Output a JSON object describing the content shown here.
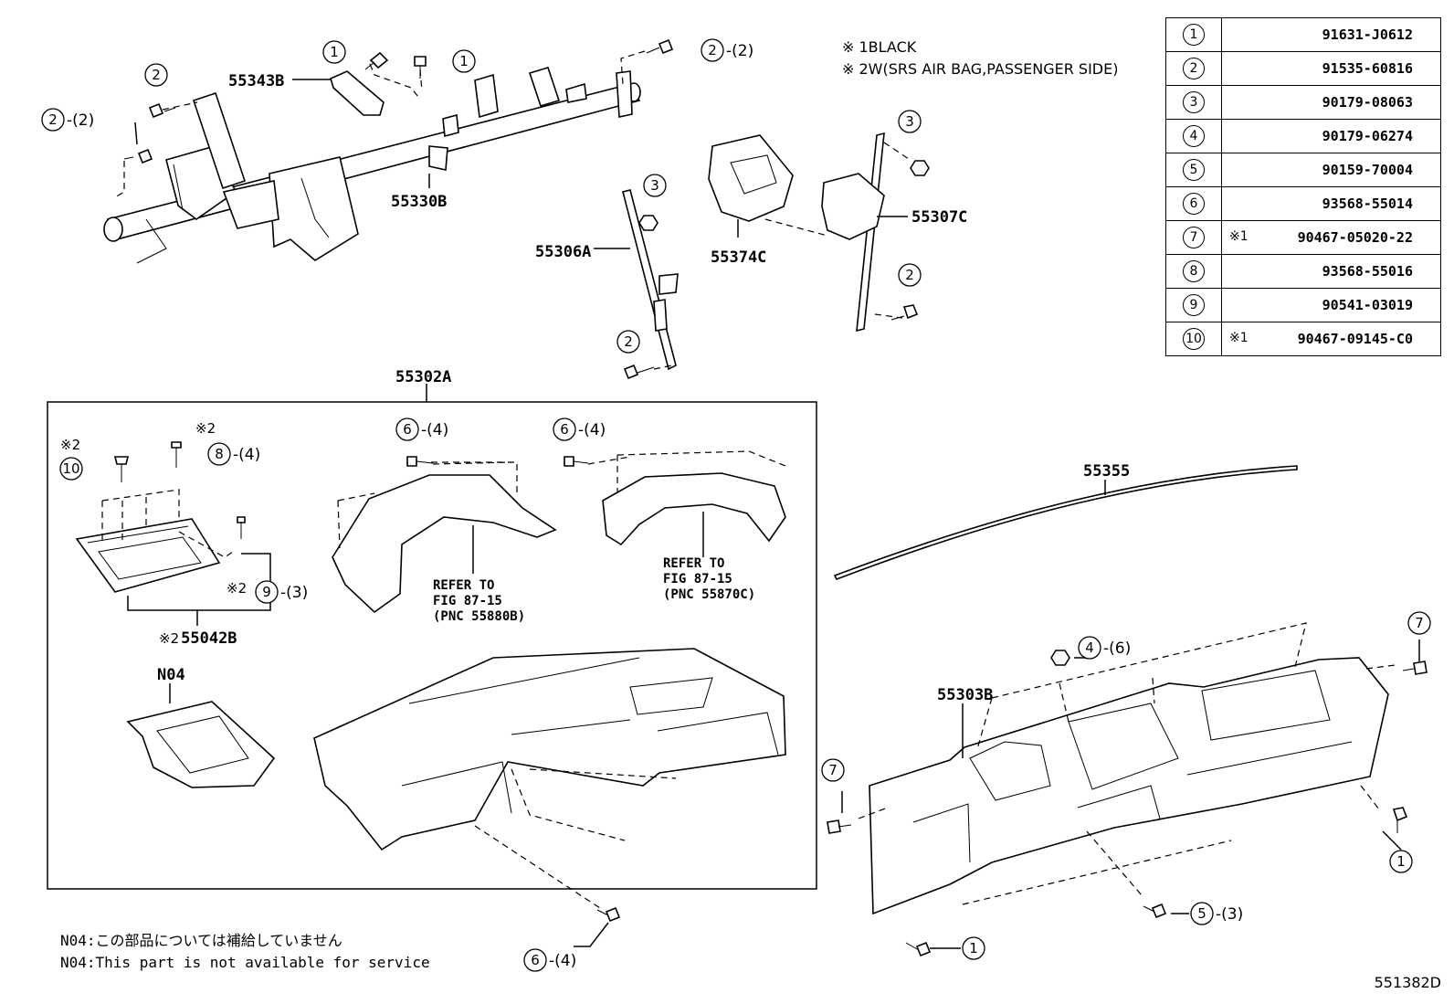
{
  "notes": [
    "※ 1BLACK",
    "※ 2W(SRS AIR BAG,PASSENGER SIDE)"
  ],
  "parts_table": [
    {
      "index": "1",
      "mark": "",
      "part_number": "91631-J0612"
    },
    {
      "index": "2",
      "mark": "",
      "part_number": "91535-60816"
    },
    {
      "index": "3",
      "mark": "",
      "part_number": "90179-08063"
    },
    {
      "index": "4",
      "mark": "",
      "part_number": "90179-06274"
    },
    {
      "index": "5",
      "mark": "",
      "part_number": "90159-70004"
    },
    {
      "index": "6",
      "mark": "",
      "part_number": "93568-55014"
    },
    {
      "index": "7",
      "mark": "※1",
      "part_number": "90467-05020-22"
    },
    {
      "index": "8",
      "mark": "",
      "part_number": "93568-55016"
    },
    {
      "index": "9",
      "mark": "",
      "part_number": "90541-03019"
    },
    {
      "index": "10",
      "mark": "※1",
      "part_number": "90467-09145-C0"
    }
  ],
  "part_labels": {
    "p55343B": "55343B",
    "p55330B": "55330B",
    "p55306A": "55306A",
    "p55374C": "55374C",
    "p55307C": "55307C",
    "p55302A": "55302A",
    "p55042B": "55042B",
    "pN04": "N04",
    "p55355": "55355",
    "p55303B": "55303B"
  },
  "reference_notes": {
    "ref_left": [
      "REFER TO",
      "FIG 87-15",
      "(PNC 55880B)"
    ],
    "ref_right": [
      "REFER TO",
      "FIG 87-15",
      "(PNC 55870C)"
    ]
  },
  "callouts": {
    "c1": {
      "num": "1",
      "qty": ""
    },
    "c2": {
      "num": "1",
      "qty": ""
    },
    "c3": {
      "num": "2",
      "qty": "-(2)"
    },
    "c4": {
      "num": "2",
      "qty": ""
    },
    "c5": {
      "num": "2",
      "qty": "-(2)"
    },
    "c6": {
      "num": "3",
      "qty": ""
    },
    "c7": {
      "num": "3",
      "qty": ""
    },
    "c8": {
      "num": "2",
      "qty": ""
    },
    "c9": {
      "num": "2",
      "qty": ""
    },
    "c10": {
      "num": "6",
      "qty": "-(4)"
    },
    "c11": {
      "num": "6",
      "qty": "-(4)"
    },
    "c12": {
      "num": "8",
      "qty": "-(4)"
    },
    "c13": {
      "num": "10",
      "qty": ""
    },
    "c14": {
      "num": "9",
      "qty": "-(3)"
    },
    "c15": {
      "num": "4",
      "qty": "-(6)"
    },
    "c16": {
      "num": "7",
      "qty": ""
    },
    "c17": {
      "num": "7",
      "qty": ""
    },
    "c18": {
      "num": "1",
      "qty": ""
    },
    "c19": {
      "num": "5",
      "qty": "-(3)"
    },
    "c20": {
      "num": "1",
      "qty": ""
    },
    "c21": {
      "num": "6",
      "qty": "-(4)"
    }
  },
  "marks": {
    "m8": "※2",
    "m10": "※2",
    "m9": "※2",
    "m55042B": "※2"
  },
  "footnotes": [
    "N04:この部品については補給していません",
    "N04:This part is not available for service"
  ],
  "drawing_number": "551382D"
}
